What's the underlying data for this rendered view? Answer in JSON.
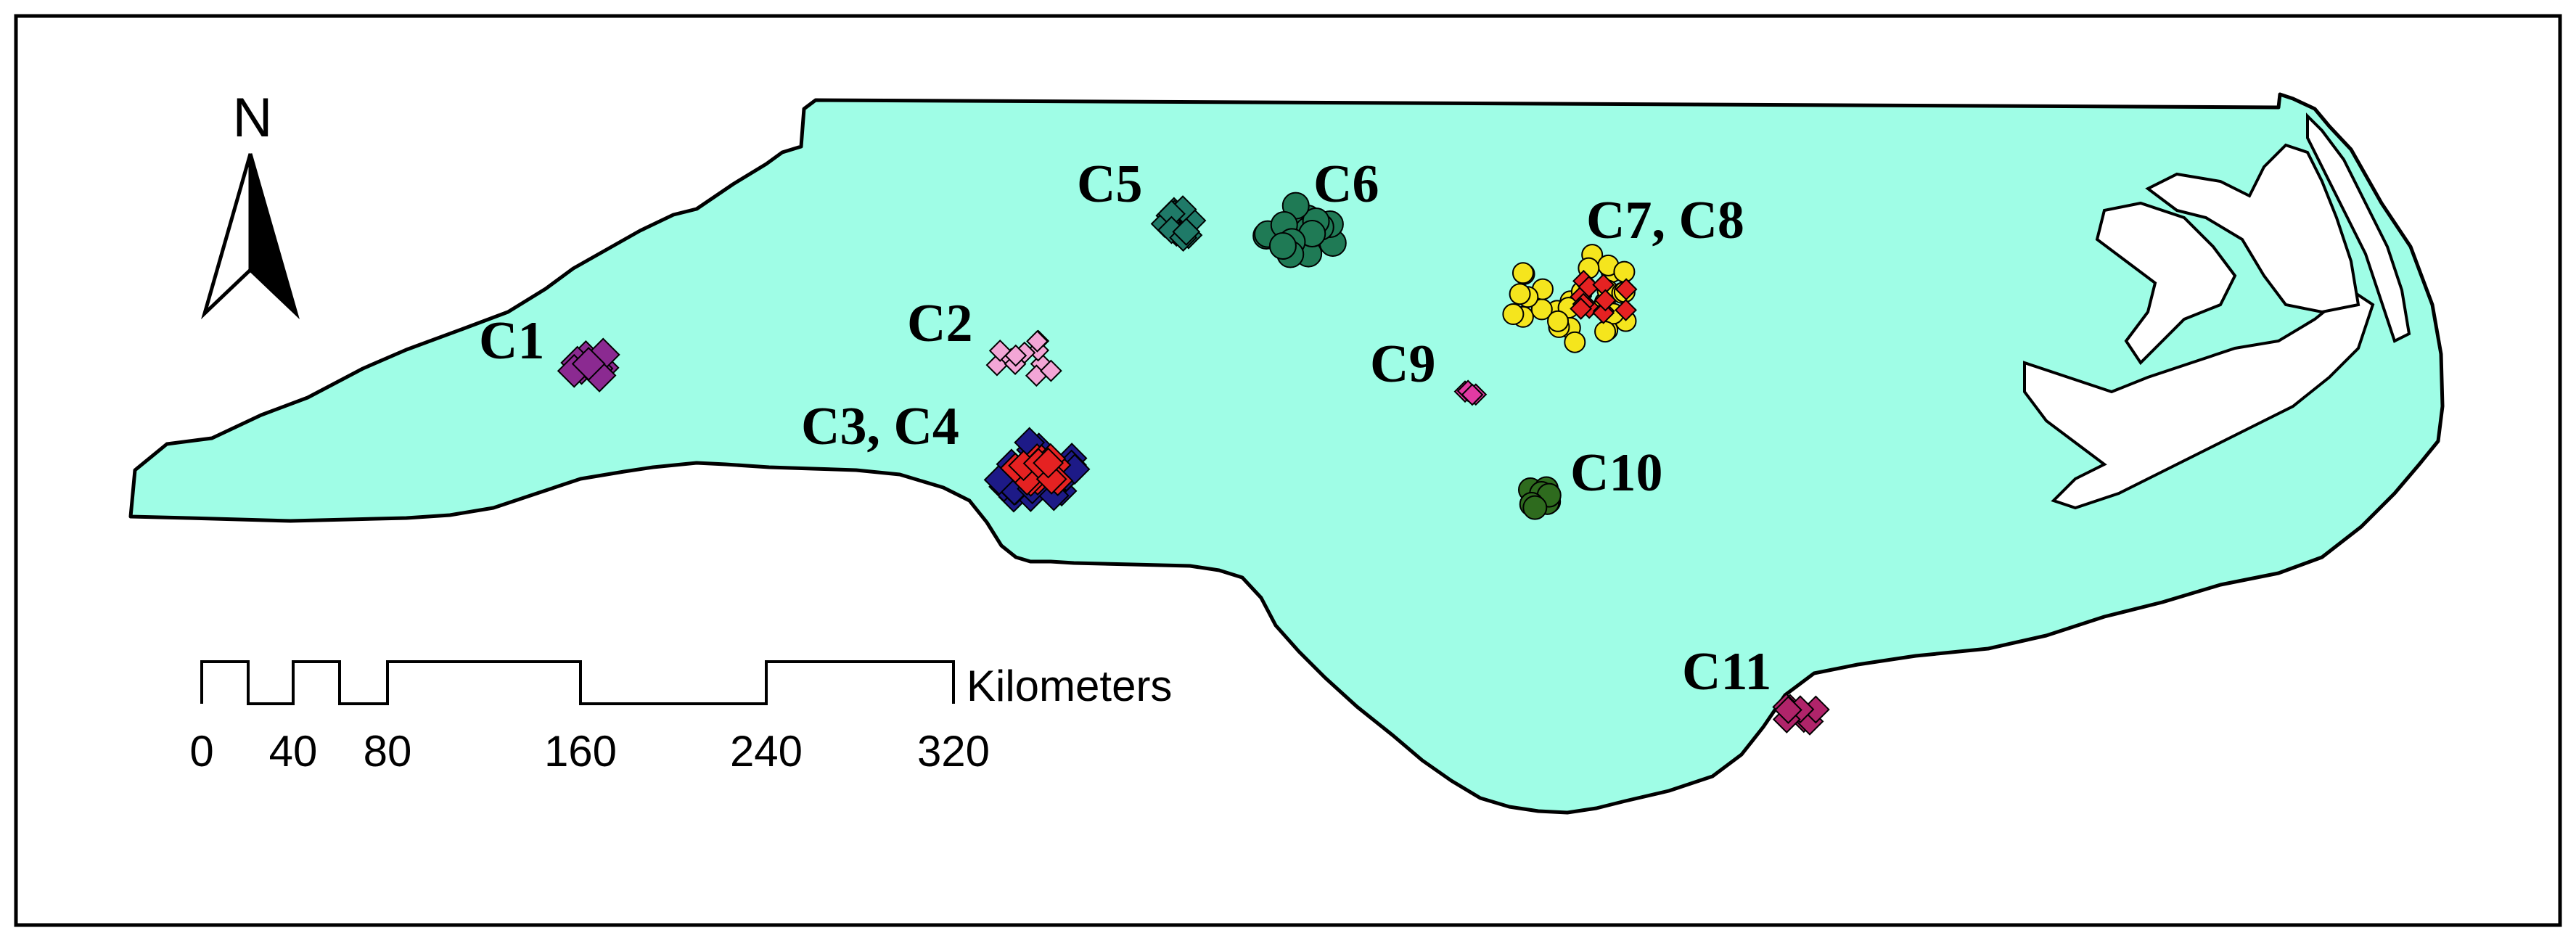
{
  "map": {
    "land_color": "#9ffde6",
    "outline_color": "#000000",
    "north_label": "N",
    "scale": {
      "unit": "Kilometers",
      "ticks": [
        "0",
        "40",
        "80",
        "160",
        "240",
        "320"
      ]
    },
    "clusters": [
      {
        "id": "c1",
        "label": "C1",
        "color": "#8b2a91"
      },
      {
        "id": "c2",
        "label": "C2",
        "color": "#f3a6d6"
      },
      {
        "id": "c3c4",
        "label": "C3, C4",
        "color": "#1d1a87",
        "secondary_color": "#e52222"
      },
      {
        "id": "c5",
        "label": "C5",
        "color": "#1f7a68"
      },
      {
        "id": "c6",
        "label": "C6",
        "color": "#1f7a55"
      },
      {
        "id": "c7c8",
        "label": "C7, C8",
        "color": "#f5e51d",
        "secondary_color": "#e52222"
      },
      {
        "id": "c9",
        "label": "C9",
        "color": "#e23aa3"
      },
      {
        "id": "c10",
        "label": "C10",
        "color": "#2e6b1e"
      },
      {
        "id": "c11",
        "label": "C11",
        "color": "#b0246a"
      }
    ]
  }
}
